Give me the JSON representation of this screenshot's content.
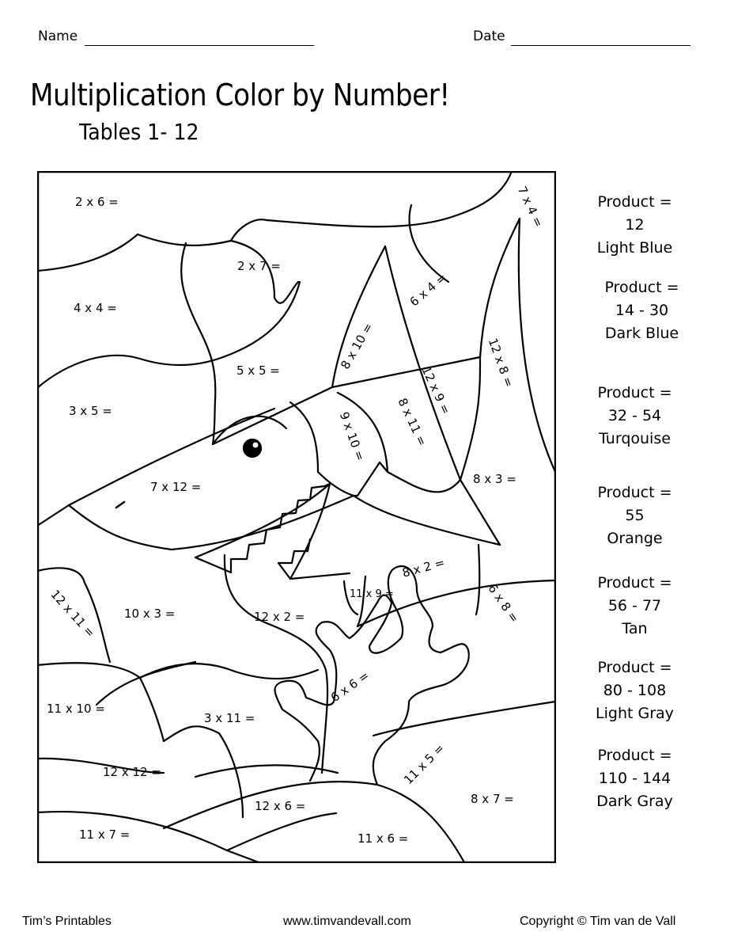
{
  "header": {
    "name_label": "Name",
    "date_label": "Date"
  },
  "title": "Multiplication Color by Number!",
  "subtitle": "Tables 1- 12",
  "problems": [
    "2 x 6 =",
    "2 x 7 =",
    "4 x 4 =",
    "5 x 5 =",
    "3 x 5 =",
    "7 x 4 =",
    "6 x 4 =",
    "8 x 10 =",
    "12 x 8 =",
    "12 x 9 =",
    "9 x 10 =",
    "8 x 11 =",
    "7 x 12 =",
    "8 x 3 =",
    "8 x 2 =",
    "11 x 9 =",
    "6 x 8 =",
    "12 x 11 =",
    "10 x 3 =",
    "12 x 2 =",
    "6 x 6 =",
    "11 x 10 =",
    "3 x 11 =",
    "12 x 12 =",
    "11 x 5 =",
    "8 x 7 =",
    "12 x 6 =",
    "11 x 7 =",
    "11 x 6 ="
  ],
  "key": [
    {
      "label": "Product =",
      "range": "12",
      "color_name": "Light Blue",
      "color": "#add8e6"
    },
    {
      "label": "Product =",
      "range": "14 - 30",
      "color_name": "Dark Blue",
      "color": "#00008b"
    },
    {
      "label": "Product =",
      "range": "32 - 54",
      "color_name": "Turqouise",
      "color": "#40e0d0"
    },
    {
      "label": "Product =",
      "range": "55",
      "color_name": "Orange",
      "color": "#ffa500"
    },
    {
      "label": "Product =",
      "range": "56 - 77",
      "color_name": "Tan",
      "color": "#d2b48c"
    },
    {
      "label": "Product =",
      "range": "80 - 108",
      "color_name": "Light Gray",
      "color": "#d3d3d3"
    },
    {
      "label": "Product =",
      "range": "110 - 144",
      "color_name": "Dark Gray",
      "color": "#555555"
    }
  ],
  "footer": {
    "left": "Tim’s Printables",
    "center": "www.timvandevall.com",
    "right": "Copyright © Tim van de Vall"
  }
}
